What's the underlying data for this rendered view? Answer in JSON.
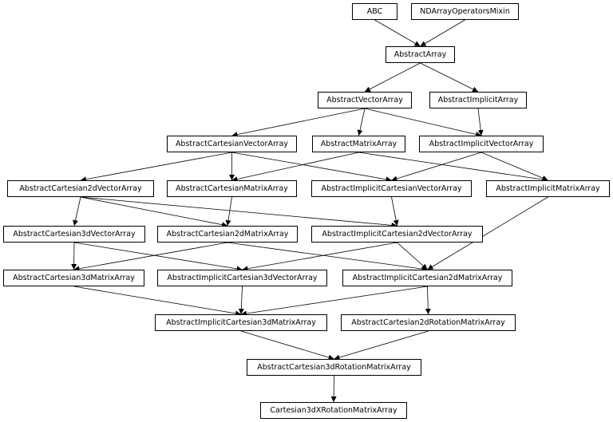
{
  "diagram": {
    "colors": {
      "edge": "#000000",
      "node_border": "#000000",
      "node_fill": "#ffffff"
    },
    "nodes": [
      {
        "id": "abc",
        "label": "ABC"
      },
      {
        "id": "ndarray-operators-mixin",
        "label": "NDArrayOperatorsMixin"
      },
      {
        "id": "abstract-array",
        "label": "AbstractArray"
      },
      {
        "id": "abstract-vector-array",
        "label": "AbstractVectorArray"
      },
      {
        "id": "abstract-implicit-array",
        "label": "AbstractImplicitArray"
      },
      {
        "id": "abstract-cartesian-vector-array",
        "label": "AbstractCartesianVectorArray"
      },
      {
        "id": "abstract-matrix-array",
        "label": "AbstractMatrixArray"
      },
      {
        "id": "abstract-implicit-vector-array",
        "label": "AbstractImplicitVectorArray"
      },
      {
        "id": "abstract-cartesian-2d-vector-array",
        "label": "AbstractCartesian2dVectorArray"
      },
      {
        "id": "abstract-cartesian-matrix-array",
        "label": "AbstractCartesianMatrixArray"
      },
      {
        "id": "abstract-implicit-cartesian-vector-array",
        "label": "AbstractImplicitCartesianVectorArray"
      },
      {
        "id": "abstract-implicit-matrix-array",
        "label": "AbstractImplicitMatrixArray"
      },
      {
        "id": "abstract-cartesian-3d-vector-array",
        "label": "AbstractCartesian3dVectorArray"
      },
      {
        "id": "abstract-cartesian-2d-matrix-array",
        "label": "AbstractCartesian2dMatrixArray"
      },
      {
        "id": "abstract-implicit-cartesian-2d-vector-array",
        "label": "AbstractImplicitCartesian2dVectorArray"
      },
      {
        "id": "abstract-cartesian-3d-matrix-array",
        "label": "AbstractCartesian3dMatrixArray"
      },
      {
        "id": "abstract-implicit-cartesian-3d-vector-array",
        "label": "AbstractImplicitCartesian3dVectorArray"
      },
      {
        "id": "abstract-implicit-cartesian-2d-matrix-array",
        "label": "AbstractImplicitCartesian2dMatrixArray"
      },
      {
        "id": "abstract-implicit-cartesian-3d-matrix-array",
        "label": "AbstractImplicitCartesian3dMatrixArray"
      },
      {
        "id": "abstract-cartesian-2d-rotation-matrix-array",
        "label": "AbstractCartesian2dRotationMatrixArray"
      },
      {
        "id": "abstract-cartesian-3d-rotation-matrix-array",
        "label": "AbstractCartesian3dRotationMatrixArray"
      },
      {
        "id": "cartesian-3d-x-rotation-matrix-array",
        "label": "Cartesian3dXRotationMatrixArray"
      }
    ],
    "edges": [
      {
        "from": "abc",
        "to": "abstract-array"
      },
      {
        "from": "ndarray-operators-mixin",
        "to": "abstract-array"
      },
      {
        "from": "abstract-array",
        "to": "abstract-vector-array"
      },
      {
        "from": "abstract-array",
        "to": "abstract-implicit-array"
      },
      {
        "from": "abstract-vector-array",
        "to": "abstract-cartesian-vector-array"
      },
      {
        "from": "abstract-vector-array",
        "to": "abstract-matrix-array"
      },
      {
        "from": "abstract-vector-array",
        "to": "abstract-implicit-vector-array"
      },
      {
        "from": "abstract-implicit-array",
        "to": "abstract-implicit-vector-array"
      },
      {
        "from": "abstract-cartesian-vector-array",
        "to": "abstract-cartesian-2d-vector-array"
      },
      {
        "from": "abstract-cartesian-vector-array",
        "to": "abstract-cartesian-matrix-array"
      },
      {
        "from": "abstract-cartesian-vector-array",
        "to": "abstract-implicit-cartesian-vector-array"
      },
      {
        "from": "abstract-matrix-array",
        "to": "abstract-cartesian-matrix-array"
      },
      {
        "from": "abstract-matrix-array",
        "to": "abstract-implicit-matrix-array"
      },
      {
        "from": "abstract-implicit-vector-array",
        "to": "abstract-implicit-cartesian-vector-array"
      },
      {
        "from": "abstract-implicit-vector-array",
        "to": "abstract-implicit-matrix-array"
      },
      {
        "from": "abstract-cartesian-2d-vector-array",
        "to": "abstract-cartesian-3d-vector-array"
      },
      {
        "from": "abstract-cartesian-2d-vector-array",
        "to": "abstract-cartesian-2d-matrix-array"
      },
      {
        "from": "abstract-cartesian-2d-vector-array",
        "to": "abstract-implicit-cartesian-2d-vector-array"
      },
      {
        "from": "abstract-cartesian-matrix-array",
        "to": "abstract-cartesian-2d-matrix-array"
      },
      {
        "from": "abstract-implicit-cartesian-vector-array",
        "to": "abstract-implicit-cartesian-2d-vector-array"
      },
      {
        "from": "abstract-implicit-matrix-array",
        "to": "abstract-implicit-cartesian-2d-matrix-array"
      },
      {
        "from": "abstract-cartesian-3d-vector-array",
        "to": "abstract-cartesian-3d-matrix-array"
      },
      {
        "from": "abstract-cartesian-3d-vector-array",
        "to": "abstract-implicit-cartesian-3d-vector-array"
      },
      {
        "from": "abstract-cartesian-2d-matrix-array",
        "to": "abstract-cartesian-3d-matrix-array"
      },
      {
        "from": "abstract-cartesian-2d-matrix-array",
        "to": "abstract-implicit-cartesian-2d-matrix-array"
      },
      {
        "from": "abstract-implicit-cartesian-2d-vector-array",
        "to": "abstract-implicit-cartesian-3d-vector-array"
      },
      {
        "from": "abstract-implicit-cartesian-2d-vector-array",
        "to": "abstract-implicit-cartesian-2d-matrix-array"
      },
      {
        "from": "abstract-cartesian-3d-matrix-array",
        "to": "abstract-implicit-cartesian-3d-matrix-array"
      },
      {
        "from": "abstract-implicit-cartesian-3d-vector-array",
        "to": "abstract-implicit-cartesian-3d-matrix-array"
      },
      {
        "from": "abstract-implicit-cartesian-2d-matrix-array",
        "to": "abstract-implicit-cartesian-3d-matrix-array"
      },
      {
        "from": "abstract-implicit-cartesian-2d-matrix-array",
        "to": "abstract-cartesian-2d-rotation-matrix-array"
      },
      {
        "from": "abstract-implicit-cartesian-3d-matrix-array",
        "to": "abstract-cartesian-3d-rotation-matrix-array"
      },
      {
        "from": "abstract-cartesian-2d-rotation-matrix-array",
        "to": "abstract-cartesian-3d-rotation-matrix-array"
      },
      {
        "from": "abstract-cartesian-3d-rotation-matrix-array",
        "to": "cartesian-3d-x-rotation-matrix-array"
      }
    ]
  }
}
